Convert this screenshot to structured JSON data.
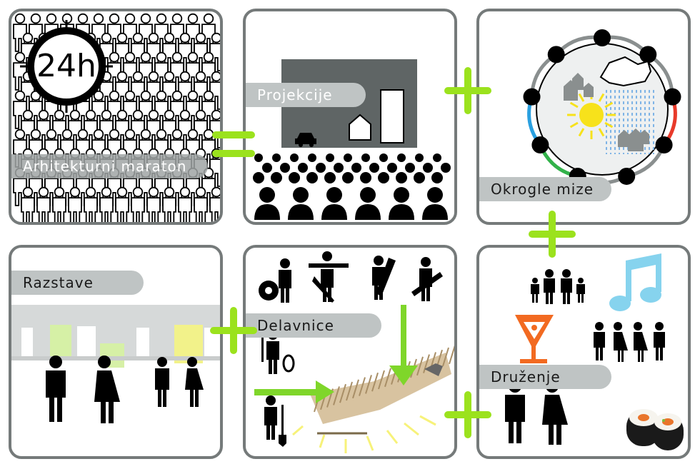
{
  "panels": {
    "maraton": {
      "label": "Arhitekturni maraton",
      "clock_text": "24h"
    },
    "projekcije": {
      "label": "Projekcije"
    },
    "mize": {
      "label": "Okrogle mize"
    },
    "razstave": {
      "label": "Razstave"
    },
    "delavnice": {
      "label": "Delavnice"
    },
    "druzenje": {
      "label": "Druženje"
    }
  },
  "colors": {
    "panel_border": "#757a7a",
    "label_bg": "#bfc4c4",
    "operator_green": "#9be21d",
    "screen_grey": "#5f6565",
    "note_blue": "#86d3ee",
    "glass_orange": "#f26a21",
    "highlight_yellow": "#f2f28a",
    "highlight_green": "#d6f0a6"
  },
  "icons": [
    "people-crowd-icon",
    "clock-icon",
    "car-icon",
    "house-icon",
    "audience-icon",
    "round-table-icon",
    "sun-icon",
    "rain-icon",
    "family-icon",
    "music-note-icon",
    "cocktail-glass-icon",
    "sushi-icon",
    "worker-icon",
    "arrow-icon",
    "plus-icon",
    "equals-icon"
  ]
}
